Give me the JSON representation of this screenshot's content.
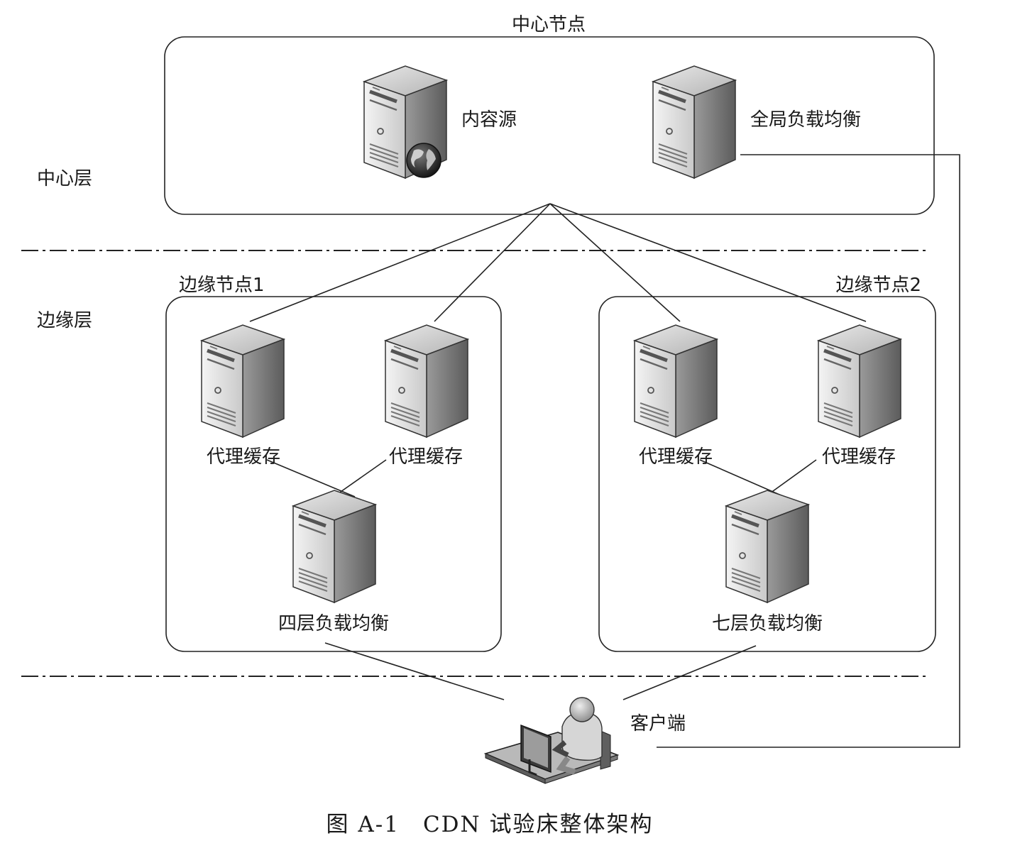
{
  "center_node": {
    "title": "中心节点",
    "origin_label": "内容源",
    "glb_label": "全局负载均衡"
  },
  "layers": {
    "center": "中心层",
    "edge": "边缘层"
  },
  "edge_node_1": {
    "title": "边缘节点1",
    "cache_a": "代理缓存",
    "cache_b": "代理缓存",
    "lb": "四层负载均衡"
  },
  "edge_node_2": {
    "title": "边缘节点2",
    "cache_a": "代理缓存",
    "cache_b": "代理缓存",
    "lb": "七层负载均衡"
  },
  "client": {
    "label": "客户端"
  },
  "caption": "图 A-1　CDN 试验床整体架构",
  "icons": {
    "server": "server-icon",
    "globe": "globe-icon",
    "user": "user-workstation-icon"
  }
}
